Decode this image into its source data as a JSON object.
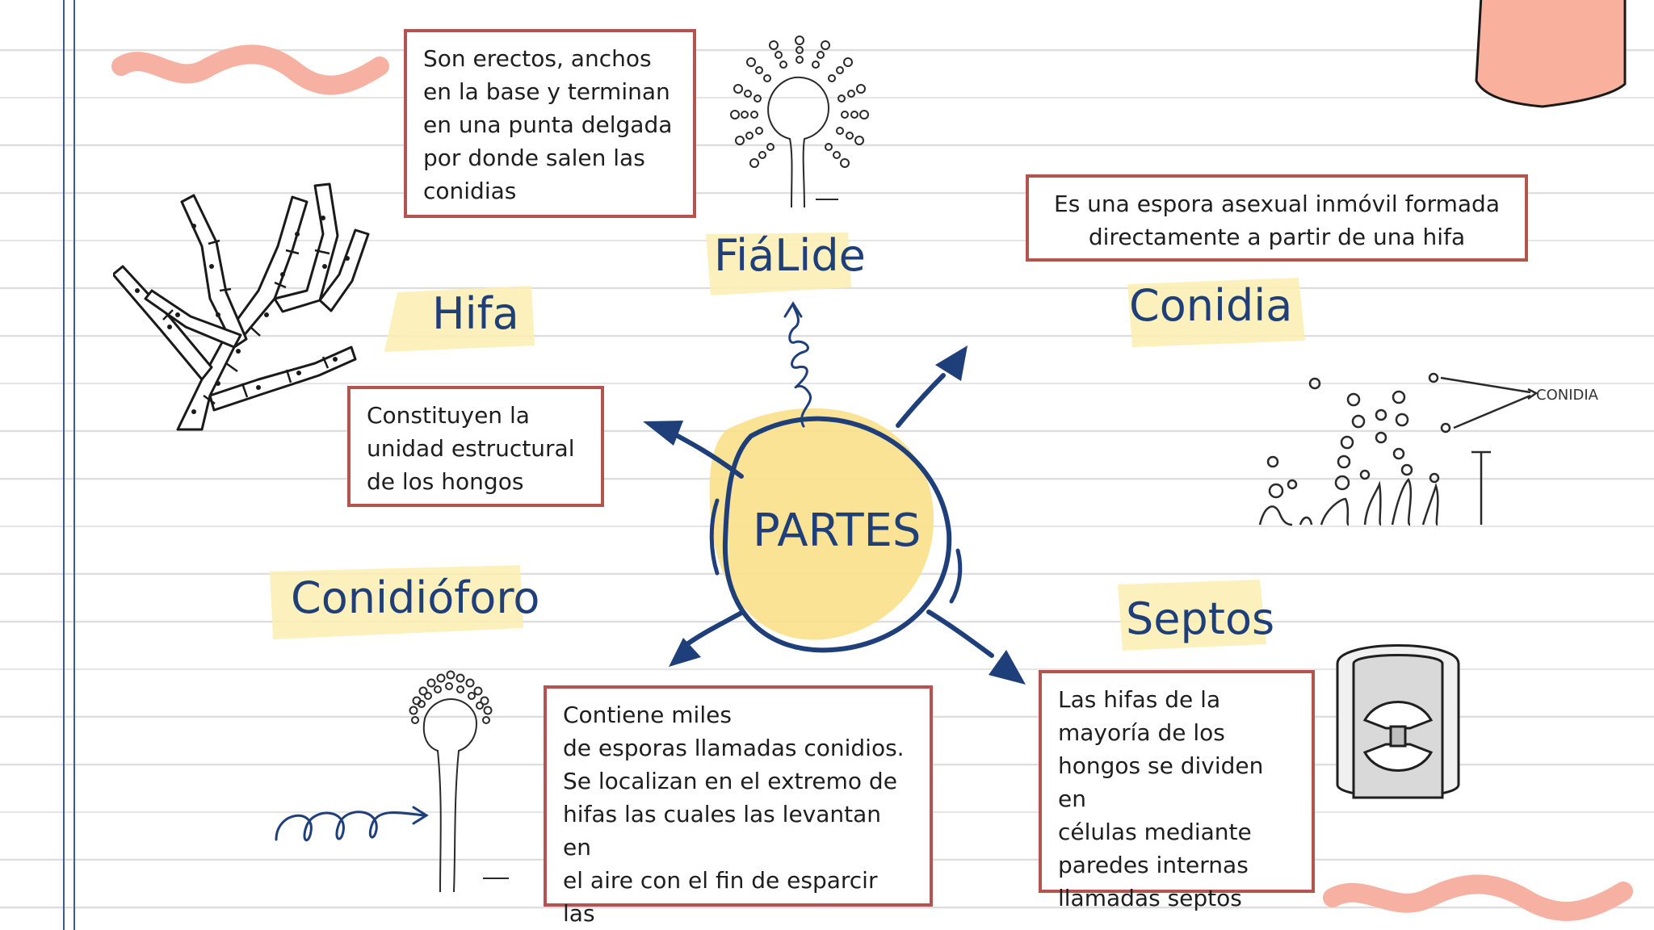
{
  "center": {
    "label": "PARTES"
  },
  "parts": {
    "hifa": {
      "title": "Hifa",
      "description": "Constituyen la\nunidad estructural\nde los hongos"
    },
    "fialide": {
      "title": "FiáLide",
      "description": "Son erectos, anchos\nen la base y terminan\nen una punta delgada\npor donde salen las\nconidias"
    },
    "conidia": {
      "title": "Conidia",
      "description": "Es una espora asexual inmóvil formada\ndirectamente a partir de una hifa",
      "figure_label": "CONIDIA"
    },
    "conidioforo": {
      "title": "Conidióforo",
      "description": "Contiene miles\nde esporas llamadas conidios.\nSe localizan en el extremo de\nhifas las cuales las levantan en\nel aire con el fin de esparcir las\nesporas con más eficiencia"
    },
    "septos": {
      "title": "Septos",
      "description": "Las hifas de la\nmayoría de los\nhongos se dividen en\ncélulas mediante\nparedes internas\nllamadas septos"
    }
  },
  "colors": {
    "box_border": "#b5534e",
    "title_blue": "#1f3f7a",
    "highlight_yellow": "#fbeeb0",
    "center_fill": "#fbe08a",
    "center_stroke": "#1f3f7a",
    "squiggle_pink": "#f7b1a2"
  },
  "icons": [
    "hyphae-drawing",
    "phialide-drawing",
    "conidia-drawing",
    "conidiophore-drawing",
    "septum-drawing",
    "spiral-arrow",
    "arrow"
  ]
}
